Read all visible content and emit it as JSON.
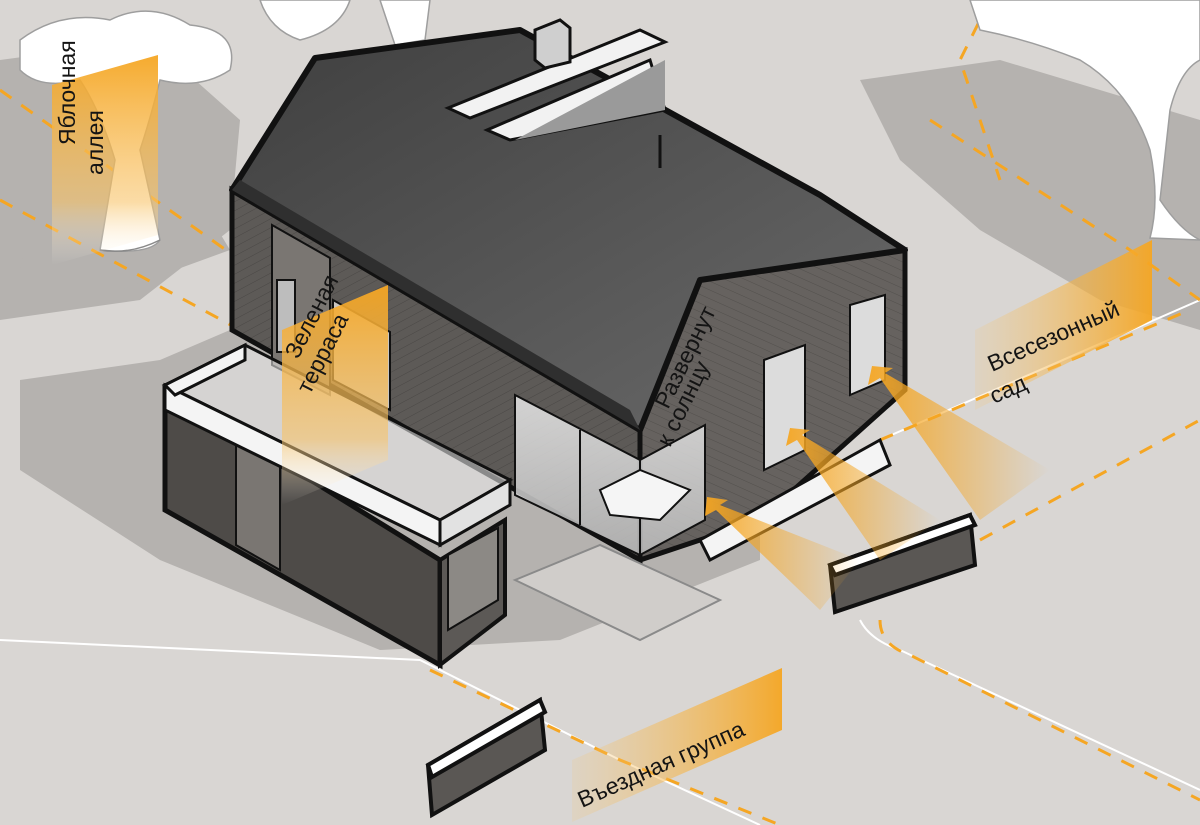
{
  "labels": {
    "apple_alley": [
      "Яблочная",
      "аллея"
    ],
    "green_terrace": [
      "Зеленая",
      "терраса"
    ],
    "turned_to_sun": [
      "Развернут",
      "к солнцу"
    ],
    "all_season_garden": [
      "Всесезонный",
      "сад"
    ],
    "entrance_group": "Въездная группа"
  },
  "colors": {
    "ground": "#d9d6d3",
    "shadow": "#b3b0ad",
    "roof": "#4a4a4a",
    "wall": "#5d5a57",
    "accent": "#f5a623",
    "outline": "#111111"
  }
}
